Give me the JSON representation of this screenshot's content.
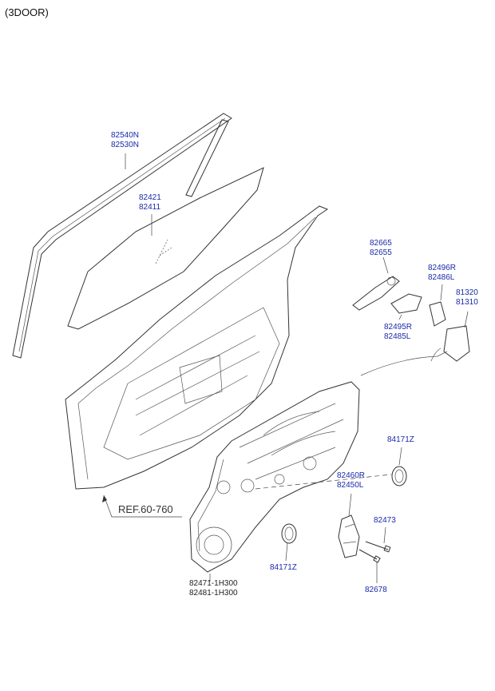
{
  "title": "(3DOOR)",
  "reference": "REF.60-760",
  "parts": {
    "belt_molding": [
      "82540N",
      "82530N"
    ],
    "door_glass": [
      "82421",
      "82411"
    ],
    "outside_handle": [
      "82665",
      "82655"
    ],
    "handle_bracket_upper": [
      "82496R",
      "82486L"
    ],
    "handle_bracket_lower": [
      "82495R",
      "82485L"
    ],
    "door_latch": [
      "81320",
      "81310"
    ],
    "plug_upper": [
      "84171Z"
    ],
    "plug_lower": [
      "84171Z"
    ],
    "regulator_motor": [
      "82460R",
      "82450L"
    ],
    "bolt_82473": [
      "82473"
    ],
    "module_panel": [
      "82471-1H300",
      "82481-1H300"
    ],
    "bolt_82678": [
      "82678"
    ]
  },
  "colors": {
    "part_number": "#1a2aa8",
    "module_number": "#222222",
    "line": "#333333"
  }
}
